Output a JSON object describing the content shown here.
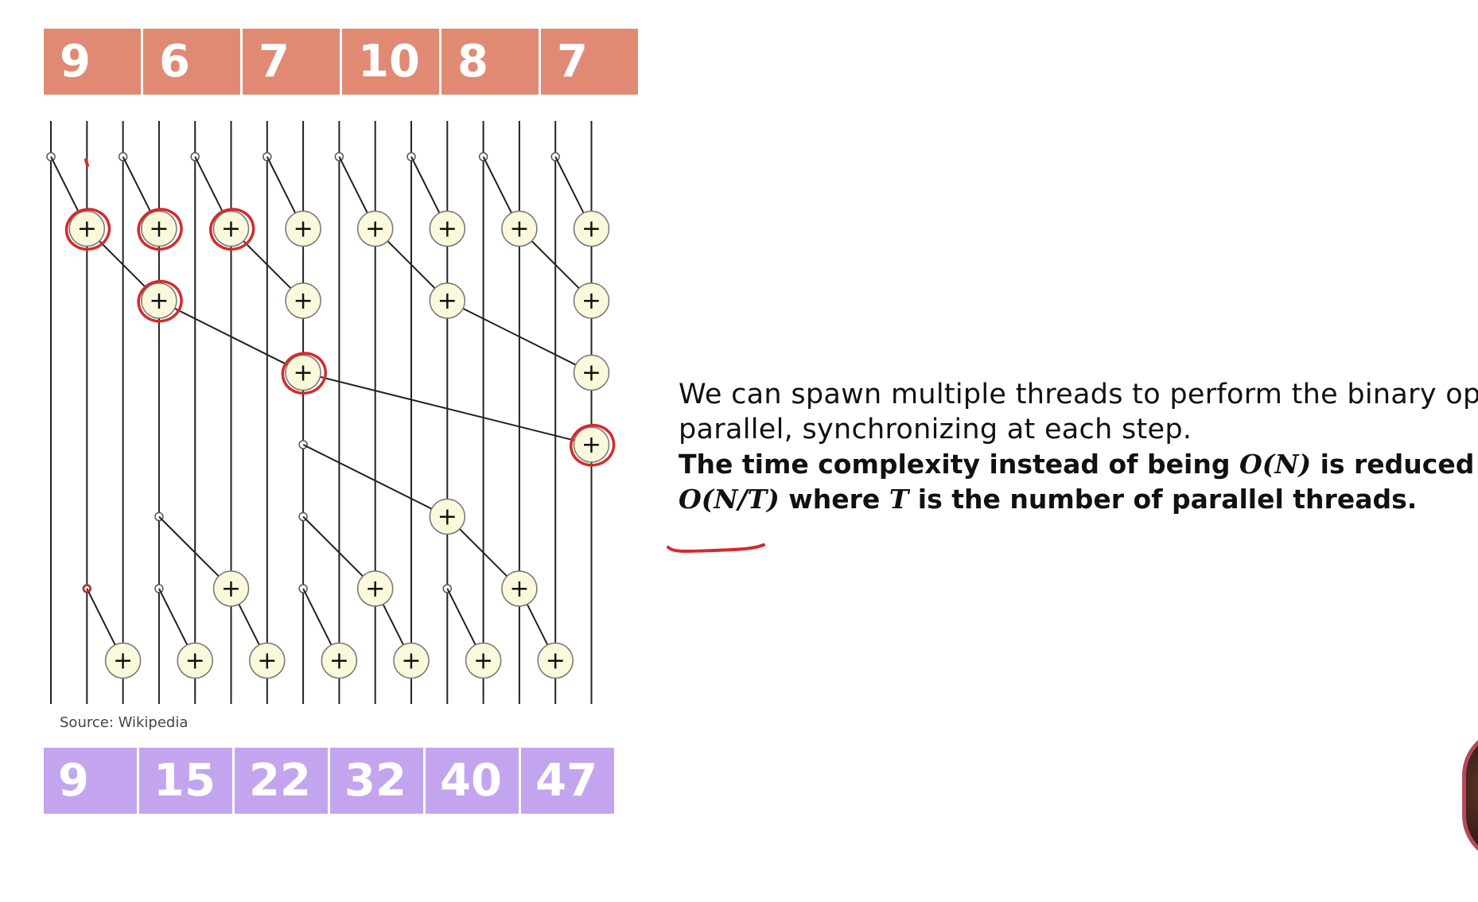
{
  "input_values": [
    "9",
    "6",
    "7",
    "10",
    "8",
    "7"
  ],
  "output_values": [
    "9",
    "15",
    "22",
    "32",
    "40",
    "47"
  ],
  "source_caption": "Source: Wikipedia",
  "explanation": {
    "line1": "We can spawn multiple threads to perform the binary operat",
    "line2": "parallel, synchronizing at each step.",
    "bold_line1_prefix": "The time complexity instead of being ",
    "bold_line1_math": "O(N)",
    "bold_line1_suffix": " is reduced to",
    "bold_line2_math": "O(N/T)",
    "bold_line2_mid": " where ",
    "bold_line2_math2": "T",
    "bold_line2_suffix": " is the number of parallel threads."
  },
  "diagram": {
    "wire_count": 16,
    "operator_symbol": "+",
    "colors": {
      "input_cell": "#e08a74",
      "output_cell": "#c3a5ef",
      "operator_fill": "#fbf9dc",
      "wire": "#222222",
      "annotation": "#d42a2a"
    },
    "operations": [
      {
        "from": 0,
        "to": 1,
        "level": 1
      },
      {
        "from": 2,
        "to": 3,
        "level": 1
      },
      {
        "from": 4,
        "to": 5,
        "level": 1
      },
      {
        "from": 6,
        "to": 7,
        "level": 1
      },
      {
        "from": 8,
        "to": 9,
        "level": 1
      },
      {
        "from": 10,
        "to": 11,
        "level": 1
      },
      {
        "from": 12,
        "to": 13,
        "level": 1
      },
      {
        "from": 14,
        "to": 15,
        "level": 1
      },
      {
        "from": 1,
        "to": 3,
        "level": 2
      },
      {
        "from": 5,
        "to": 7,
        "level": 2
      },
      {
        "from": 9,
        "to": 11,
        "level": 2
      },
      {
        "from": 13,
        "to": 15,
        "level": 2
      },
      {
        "from": 3,
        "to": 7,
        "level": 3
      },
      {
        "from": 11,
        "to": 15,
        "level": 3
      },
      {
        "from": 7,
        "to": 15,
        "level": 4
      },
      {
        "from": 7,
        "to": 11,
        "level": 5
      },
      {
        "from": 3,
        "to": 5,
        "level": 6
      },
      {
        "from": 7,
        "to": 9,
        "level": 6
      },
      {
        "from": 11,
        "to": 13,
        "level": 6
      },
      {
        "from": 1,
        "to": 2,
        "level": 7
      },
      {
        "from": 3,
        "to": 4,
        "level": 7
      },
      {
        "from": 5,
        "to": 6,
        "level": 7
      },
      {
        "from": 7,
        "to": 8,
        "level": 7
      },
      {
        "from": 9,
        "to": 10,
        "level": 7
      },
      {
        "from": 11,
        "to": 12,
        "level": 7
      },
      {
        "from": 13,
        "to": 14,
        "level": 7
      }
    ],
    "annotated_operations": [
      0,
      1,
      2,
      8,
      12,
      14
    ]
  }
}
